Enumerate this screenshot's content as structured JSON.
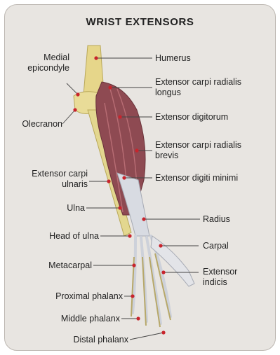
{
  "title": "WRIST EXTENSORS",
  "colors": {
    "background": "#e8e5e1",
    "bone": "#e6d68a",
    "muscle": "#8e4a52",
    "tendon": "#d8dbe2",
    "pointer": "#c8242c"
  },
  "labels": {
    "left": {
      "medial_epicondyle": [
        "Medial",
        "epicondyle"
      ],
      "olecranon": "Olecranon",
      "extensor_carpi_ulnaris": [
        "Extensor carpi",
        "ulnaris"
      ],
      "ulna": "Ulna",
      "head_of_ulna": "Head of ulna",
      "metacarpal": "Metacarpal",
      "proximal_phalanx": "Proximal phalanx",
      "middle_phalanx": "Middle phalanx",
      "distal_phalanx": "Distal phalanx"
    },
    "right": {
      "humerus": "Humerus",
      "extensor_carpi_radialis_longus": [
        "Extensor carpi radialis",
        "longus"
      ],
      "extensor_digitorum": "Extensor digitorum",
      "extensor_carpi_radialis_brevis": [
        "Extensor carpi radialis",
        "brevis"
      ],
      "extensor_digiti_minimi": "Extensor digiti minimi",
      "radius": "Radius",
      "carpal": "Carpal",
      "extensor_indicis": [
        "Extensor",
        "indicis"
      ]
    }
  }
}
